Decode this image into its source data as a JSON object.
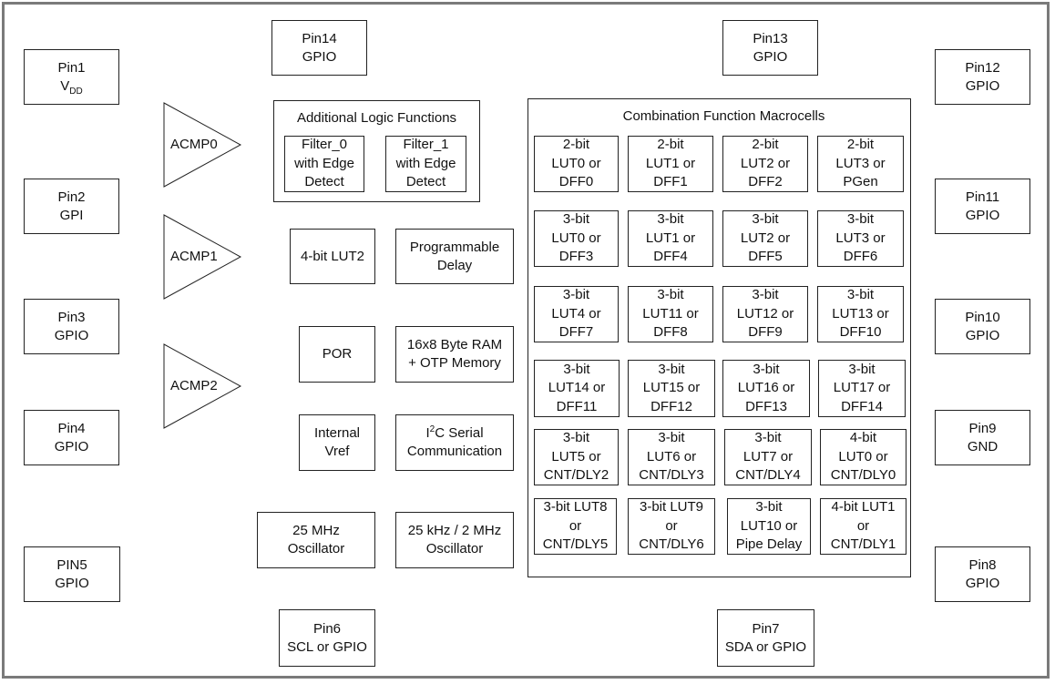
{
  "pins": {
    "pin1": {
      "title": "Pin1",
      "line2_main": "V",
      "line2_sub": "DD"
    },
    "pin2": [
      "Pin2",
      "GPI"
    ],
    "pin3": [
      "Pin3",
      "GPIO"
    ],
    "pin4": [
      "Pin4",
      "GPIO"
    ],
    "pin5": [
      "PIN5",
      "GPIO"
    ],
    "pin6": [
      "Pin6",
      "SCL or GPIO"
    ],
    "pin7": [
      "Pin7",
      "SDA or GPIO"
    ],
    "pin8": [
      "Pin8",
      "GPIO"
    ],
    "pin9": [
      "Pin9",
      "GND"
    ],
    "pin10": [
      "Pin10",
      "GPIO"
    ],
    "pin11": [
      "Pin11",
      "GPIO"
    ],
    "pin12": [
      "Pin12",
      "GPIO"
    ],
    "pin13": [
      "Pin13",
      "GPIO"
    ],
    "pin14": [
      "Pin14",
      "GPIO"
    ]
  },
  "comparators": [
    "ACMP0",
    "ACMP1",
    "ACMP2"
  ],
  "logic_group": {
    "title": "Additional Logic Functions",
    "filter0": [
      "Filter_0",
      "with Edge",
      "Detect"
    ],
    "filter1": [
      "Filter_1",
      "with Edge",
      "Detect"
    ]
  },
  "blocks": {
    "lut2": "4-bit LUT2",
    "prog_delay": [
      "Programmable",
      "Delay"
    ],
    "por": "POR",
    "ram": [
      "16x8 Byte RAM",
      "+ OTP Memory"
    ],
    "vref": [
      "Internal",
      "Vref"
    ],
    "i2c": {
      "i": "I",
      "sup": "2",
      "rest": "C Serial",
      "line2": "Communication"
    },
    "osc25m": [
      "25 MHz",
      "Oscillator"
    ],
    "osc25k": [
      "25 kHz / 2 MHz",
      "Oscillator"
    ]
  },
  "macrocells": {
    "title": "Combination Function Macrocells",
    "rows": [
      [
        [
          "2-bit",
          "LUT0 or",
          "DFF0"
        ],
        [
          "2-bit",
          "LUT1 or",
          "DFF1"
        ],
        [
          "2-bit",
          "LUT2 or",
          "DFF2"
        ],
        [
          "2-bit",
          "LUT3 or",
          "PGen"
        ]
      ],
      [
        [
          "3-bit",
          "LUT0 or",
          "DFF3"
        ],
        [
          "3-bit",
          "LUT1 or",
          "DFF4"
        ],
        [
          "3-bit",
          "LUT2 or",
          "DFF5"
        ],
        [
          "3-bit",
          "LUT3 or",
          "DFF6"
        ]
      ],
      [
        [
          "3-bit",
          "LUT4 or",
          "DFF7"
        ],
        [
          "3-bit",
          "LUT11 or",
          "DFF8"
        ],
        [
          "3-bit",
          "LUT12 or",
          "DFF9"
        ],
        [
          "3-bit",
          "LUT13 or",
          "DFF10"
        ]
      ],
      [
        [
          "3-bit",
          "LUT14 or",
          "DFF11"
        ],
        [
          "3-bit",
          "LUT15 or",
          "DFF12"
        ],
        [
          "3-bit",
          "LUT16 or",
          "DFF13"
        ],
        [
          "3-bit",
          "LUT17 or",
          "DFF14"
        ]
      ],
      [
        [
          "3-bit",
          "LUT5 or",
          "CNT/DLY2"
        ],
        [
          "3-bit",
          "LUT6 or",
          "CNT/DLY3"
        ],
        [
          "3-bit",
          "LUT7 or",
          "CNT/DLY4"
        ],
        [
          "4-bit",
          "LUT0 or",
          "CNT/DLY0"
        ]
      ],
      [
        [
          "3-bit LUT8",
          "or",
          "CNT/DLY5"
        ],
        [
          "3-bit LUT9",
          "or",
          "CNT/DLY6"
        ],
        [
          "3-bit",
          "LUT10 or",
          "Pipe Delay"
        ],
        [
          "4-bit LUT1",
          "or",
          "CNT/DLY1"
        ]
      ]
    ]
  }
}
